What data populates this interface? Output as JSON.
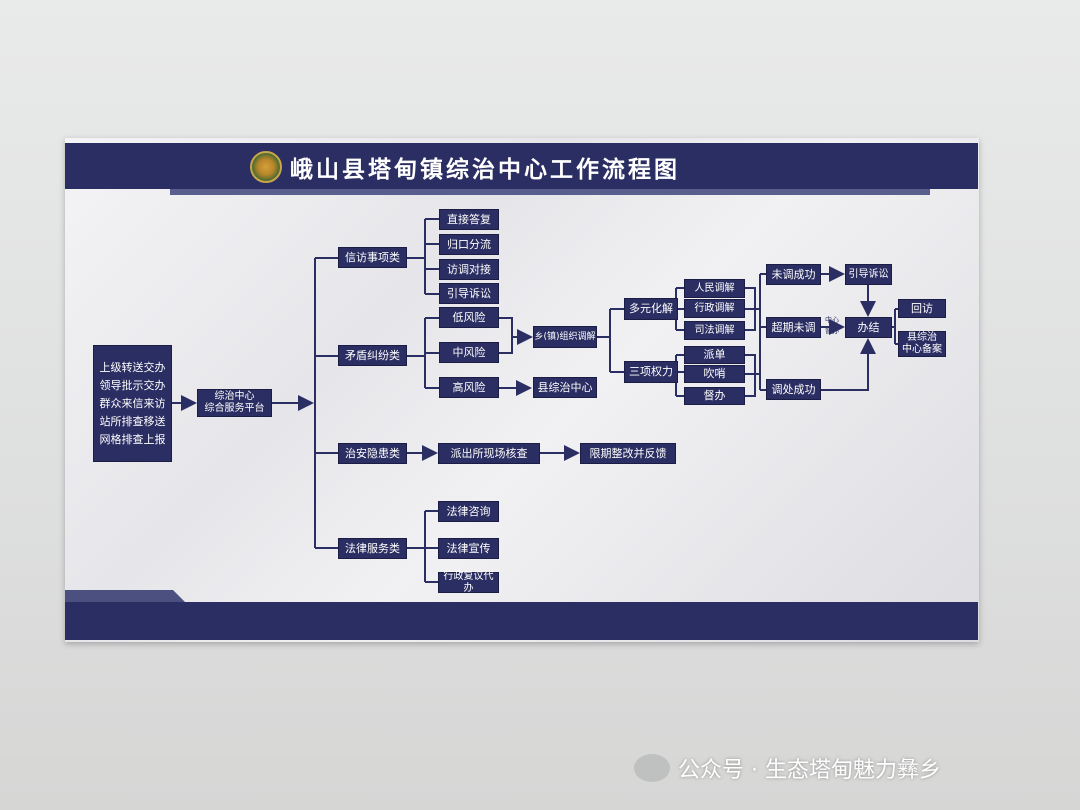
{
  "title": "峨山县塔甸镇综治中心工作流程图",
  "sources": [
    "上级转送交办",
    "领导批示交办",
    "群众来信来访",
    "站所排查移送",
    "网格排查上报"
  ],
  "platform": {
    "line1": "综治中心",
    "line2": "综合服务平台"
  },
  "categories": {
    "petition": "信访事项类",
    "dispute": "矛盾纠纷类",
    "security": "治安隐患类",
    "legal": "法律服务类"
  },
  "petition_items": [
    "直接答复",
    "归口分流",
    "访调对接",
    "引导诉讼"
  ],
  "risk": {
    "low": "低风险",
    "mid": "中风险",
    "high": "高风险"
  },
  "town_mediation": "乡(镇)组织调解",
  "county_center": "县综治中心",
  "resolve": {
    "multi": "多元化解",
    "three": "三项权力"
  },
  "multi_items": [
    "人民调解",
    "行政调解",
    "司法调解"
  ],
  "three_items": [
    "派单",
    "吹哨",
    "督办"
  ],
  "outcomes": {
    "fail": "未调成功",
    "overdue": "超期未调",
    "success": "调处成功"
  },
  "supervise_note": {
    "line1": "中心",
    "line2": "督办"
  },
  "litigation": "引导诉讼",
  "closed": "办结",
  "revisit": "回访",
  "filing": {
    "line1": "县综治",
    "line2": "中心备案"
  },
  "security_steps": [
    "派出所现场核查",
    "限期整改并反馈"
  ],
  "legal_items": [
    "法律咨询",
    "法律宣传",
    "行政复议代办"
  ],
  "watermark": "公众号 · 生态塔甸魅力彝乡",
  "colors": {
    "navy": "#2b2e62",
    "background": "#ebebee"
  }
}
